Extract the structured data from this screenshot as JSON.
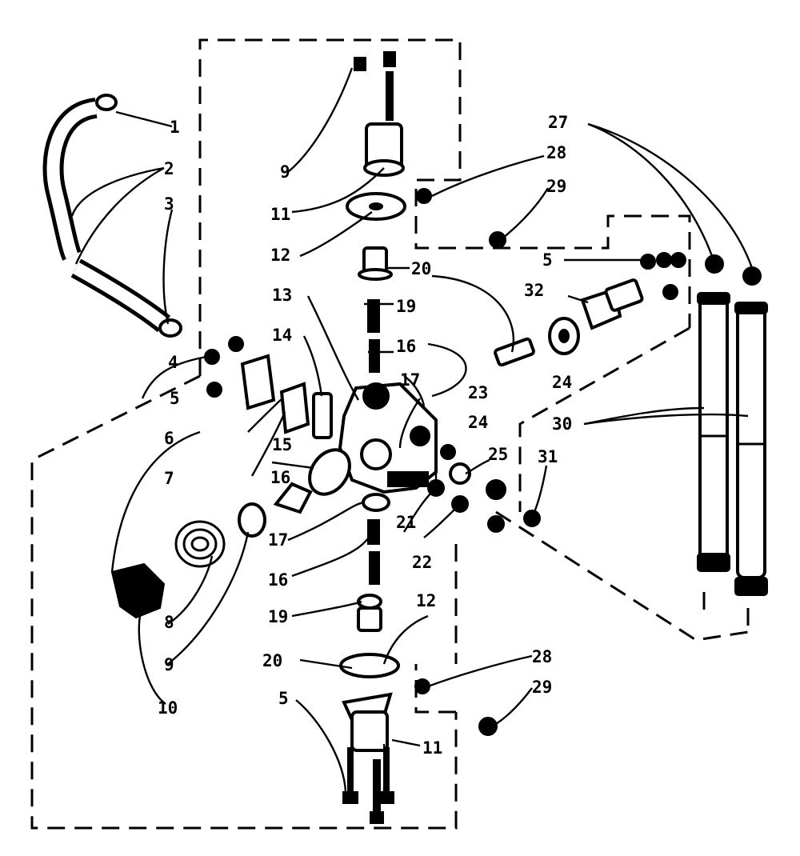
{
  "diagram": {
    "callouts": [
      {
        "id": "c1",
        "text": "1"
      },
      {
        "id": "c2",
        "text": "2"
      },
      {
        "id": "c3",
        "text": "3"
      },
      {
        "id": "c4",
        "text": "4"
      },
      {
        "id": "c5a",
        "text": "5"
      },
      {
        "id": "c5b",
        "text": "5"
      },
      {
        "id": "c5c",
        "text": "5"
      },
      {
        "id": "c6",
        "text": "6"
      },
      {
        "id": "c7",
        "text": "7"
      },
      {
        "id": "c8",
        "text": "8"
      },
      {
        "id": "c9a",
        "text": "9"
      },
      {
        "id": "c9b",
        "text": "9"
      },
      {
        "id": "c10",
        "text": "10"
      },
      {
        "id": "c11a",
        "text": "11"
      },
      {
        "id": "c11b",
        "text": "11"
      },
      {
        "id": "c12a",
        "text": "12"
      },
      {
        "id": "c12b",
        "text": "12"
      },
      {
        "id": "c13",
        "text": "13"
      },
      {
        "id": "c14",
        "text": "14"
      },
      {
        "id": "c15",
        "text": "15"
      },
      {
        "id": "c16a",
        "text": "16"
      },
      {
        "id": "c16b",
        "text": "16"
      },
      {
        "id": "c16c",
        "text": "16"
      },
      {
        "id": "c17a",
        "text": "17"
      },
      {
        "id": "c17b",
        "text": "17"
      },
      {
        "id": "c19a",
        "text": "19"
      },
      {
        "id": "c19b",
        "text": "19"
      },
      {
        "id": "c20a",
        "text": "20"
      },
      {
        "id": "c20b",
        "text": "20"
      },
      {
        "id": "c21",
        "text": "21"
      },
      {
        "id": "c22",
        "text": "22"
      },
      {
        "id": "c23",
        "text": "23"
      },
      {
        "id": "c24a",
        "text": "24"
      },
      {
        "id": "c24b",
        "text": "24"
      },
      {
        "id": "c25",
        "text": "25"
      },
      {
        "id": "c27",
        "text": "27"
      },
      {
        "id": "c28a",
        "text": "28"
      },
      {
        "id": "c28b",
        "text": "28"
      },
      {
        "id": "c29a",
        "text": "29"
      },
      {
        "id": "c29b",
        "text": "29"
      },
      {
        "id": "c30",
        "text": "30"
      },
      {
        "id": "c31",
        "text": "31"
      },
      {
        "id": "c32",
        "text": "32"
      }
    ]
  }
}
